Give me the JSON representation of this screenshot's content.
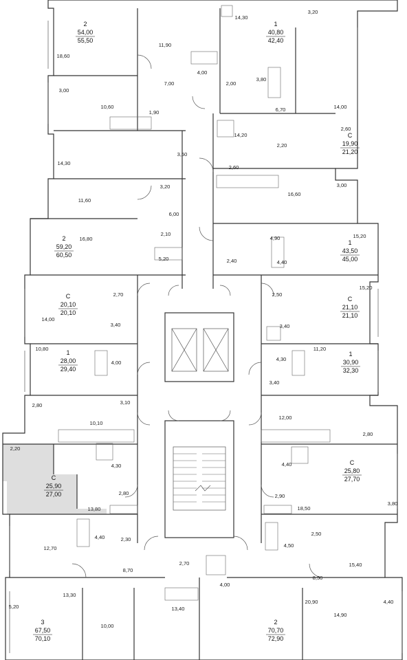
{
  "highlight_color": "#dedede",
  "apartments": [
    {
      "id": "a1",
      "type": "2",
      "area_living": "54,00",
      "area_total": "55,50"
    },
    {
      "id": "a2",
      "type": "1",
      "area_living": "40,80",
      "area_total": "42,40"
    },
    {
      "id": "a3",
      "type": "С",
      "area_living": "19,90",
      "area_total": "21,20"
    },
    {
      "id": "a4",
      "type": "2",
      "area_living": "59,20",
      "area_total": "60,50"
    },
    {
      "id": "a5",
      "type": "1",
      "area_living": "43,50",
      "area_total": "45,00"
    },
    {
      "id": "a6",
      "type": "С",
      "area_living": "20,10",
      "area_total": "20,10"
    },
    {
      "id": "a7",
      "type": "С",
      "area_living": "21,10",
      "area_total": "21,10"
    },
    {
      "id": "a8",
      "type": "1",
      "area_living": "28,00",
      "area_total": "29,40"
    },
    {
      "id": "a9",
      "type": "1",
      "area_living": "30,90",
      "area_total": "32,30"
    },
    {
      "id": "a10",
      "type": "С",
      "area_living": "25,90",
      "area_total": "27,00"
    },
    {
      "id": "a11",
      "type": "С",
      "area_living": "25,80",
      "area_total": "27,70"
    },
    {
      "id": "a12",
      "type": "3",
      "area_living": "67,50",
      "area_total": "70,10"
    },
    {
      "id": "a13",
      "type": "2",
      "area_living": "70,70",
      "area_total": "72,90"
    }
  ],
  "rooms": [
    "3,20",
    "14,30",
    "18,60",
    "11,90",
    "4,00",
    "7,00",
    "2,00",
    "3,80",
    "6,70",
    "14,00",
    "3,00",
    "10,60",
    "1,90",
    "2,60",
    "14,30",
    "3,50",
    "14,20",
    "2,20",
    "2,60",
    "3,20",
    "3,00",
    "11,60",
    "16,60",
    "6,00",
    "2,10",
    "16,80",
    "4,90",
    "15,20",
    "5,20",
    "2,40",
    "4,40",
    "2,70",
    "2,50",
    "15,20",
    "14,00",
    "3,40",
    "3,40",
    "10,80",
    "4,00",
    "4,30",
    "11,20",
    "3,40",
    "3,10",
    "2,80",
    "10,10",
    "12,00",
    "2,80",
    "2,20",
    "4,30",
    "4,40",
    "2,80",
    "2,90",
    "13,80",
    "18,50",
    "3,80",
    "4,40",
    "2,30",
    "2,50",
    "12,70",
    "4,50",
    "15,40",
    "2,70",
    "8,70",
    "4,00",
    "8,50",
    "13,30",
    "20,90",
    "5,20",
    "13,40",
    "4,40",
    "10,00",
    "14,90"
  ]
}
